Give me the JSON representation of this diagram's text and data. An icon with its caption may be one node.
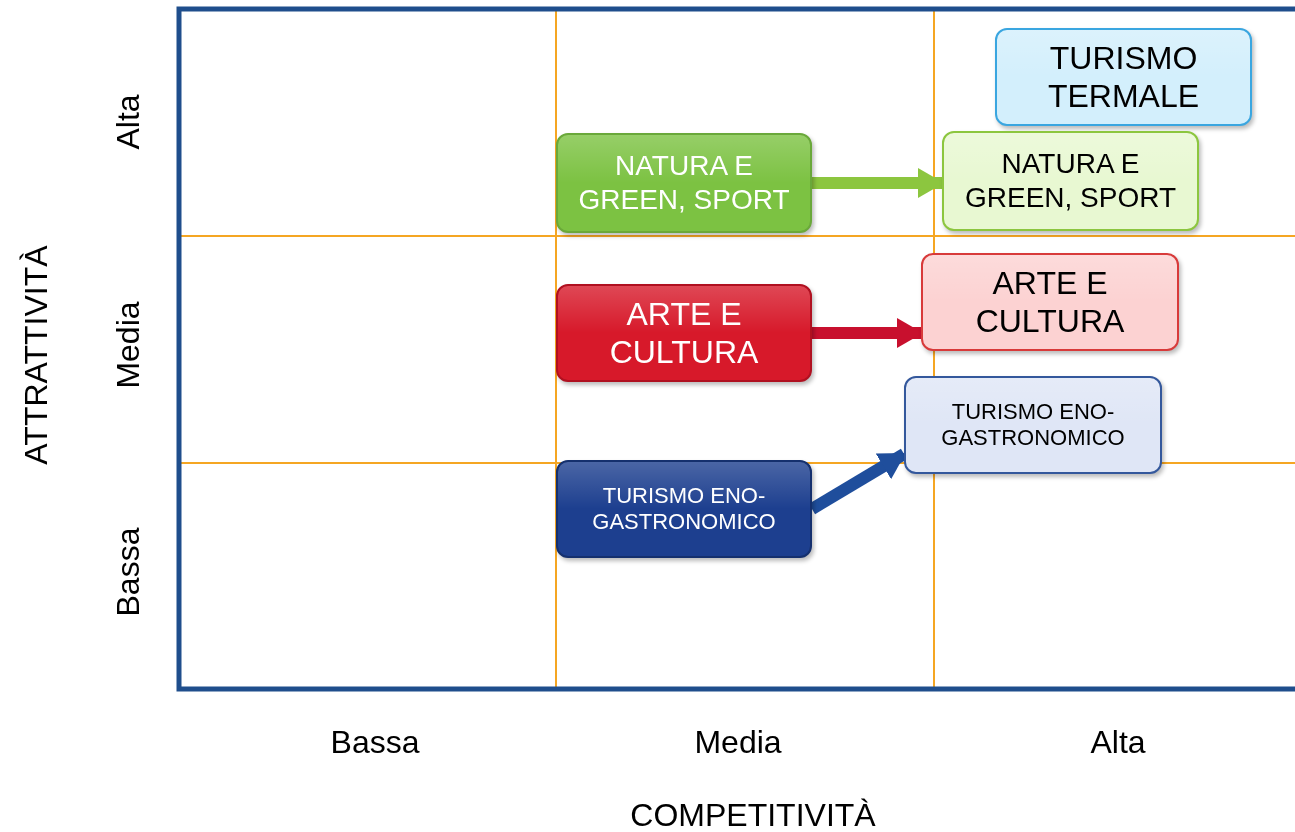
{
  "diagram": {
    "nodes": [
      {
        "text": [
          "TURISMO TERMALE"
        ]
      },
      {
        "text": [
          "NATURA E GREEN, SPORT"
        ]
      },
      {
        "text": [
          "NATURA E GREEN, SPORT"
        ]
      },
      {
        "text": [
          "ARTE E CULTURA"
        ]
      },
      {
        "text": [
          "ARTE E CULTURA"
        ]
      },
      {
        "text": [
          "TURISMO ENO-GASTRONOMICO"
        ]
      },
      {
        "text": [
          "TURISMO ENO-GASTRONOMICO"
        ]
      }
    ],
    "edges": [
      {
        "from": 1,
        "to": 2,
        "arrow": "to",
        "color": "#8cc63f"
      },
      {
        "from": 3,
        "to": 4,
        "arrow": "to",
        "color": "#c8102e"
      },
      {
        "from": 6,
        "to": 5,
        "arrow": "to",
        "color": "#1f4e9c"
      }
    ],
    "labels": [
      "Alta",
      "ATTRATTIVITÀ",
      "Media",
      "Bassa",
      "Bassa",
      "Media",
      "Alta",
      "COMPETITIVITÀ"
    ]
  }
}
